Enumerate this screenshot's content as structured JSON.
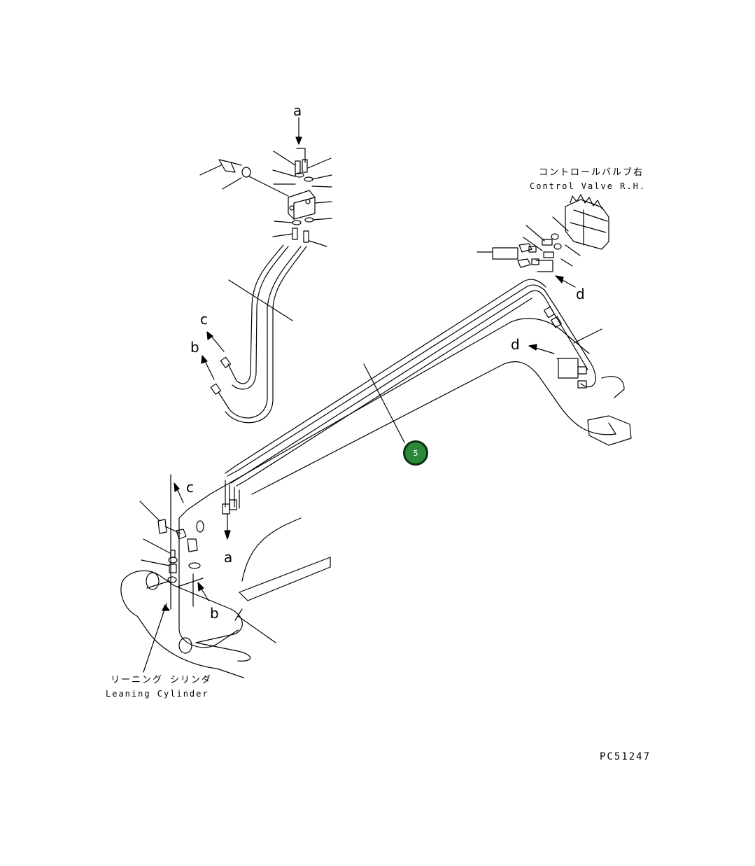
{
  "labels": {
    "a_top": "a",
    "a_bottom": "a",
    "b_left": "b",
    "b_bottom": "b",
    "c_left": "c",
    "c_bottom": "c",
    "d_right_top": "d",
    "d_right_mid": "d"
  },
  "control_valve": {
    "label_jp": "コントロールバルブ右",
    "label_en": "Control Valve R.H."
  },
  "leaning_cylinder": {
    "label_jp": "リーニング シリンダ",
    "label_en": "Leaning Cylinder"
  },
  "callout": {
    "number": "5",
    "color": "#2b8a3a"
  },
  "drawing_code": "PC51247"
}
